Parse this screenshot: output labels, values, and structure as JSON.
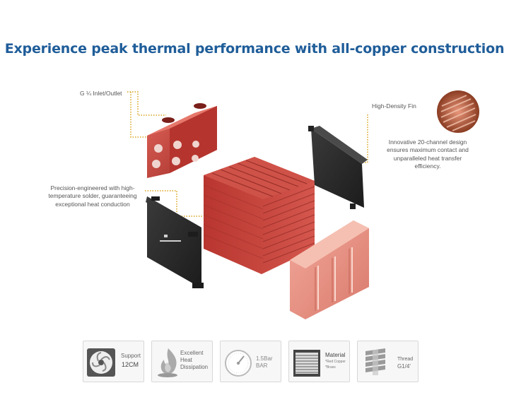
{
  "headline": "Experience peak thermal performance with all-copper construction",
  "callouts": {
    "inlet": "G ¼ Inlet/Outlet",
    "fin": "High-Density Fin",
    "solder": "Precision-engineered with high-temperature solder, guaranteeing exceptional heat conduction",
    "design": "Innovative 20-channel design ensures maximum contact and unparalleled heat transfer efficiency."
  },
  "badges": {
    "support": {
      "line1": "Support",
      "line2": "12CM",
      "icon": "fan-icon"
    },
    "heat": {
      "text": "Excellent Heat Dissipation",
      "icon": "flame-icon"
    },
    "pressure": {
      "text": "1.5Bar BAR",
      "icon": "gauge-icon"
    },
    "material": {
      "title": "Material",
      "item1": "*Red Copper",
      "item2": "*Brass",
      "icon": "radiator-grid-icon"
    },
    "thread": {
      "line1": "Thread",
      "line2": "G1/4'",
      "icon": "thread-icon"
    }
  },
  "colors": {
    "headline": "#1f5d99",
    "copper": "#c4433b",
    "leader": "#d9a21b",
    "black_plate": "#2b2b2b"
  }
}
